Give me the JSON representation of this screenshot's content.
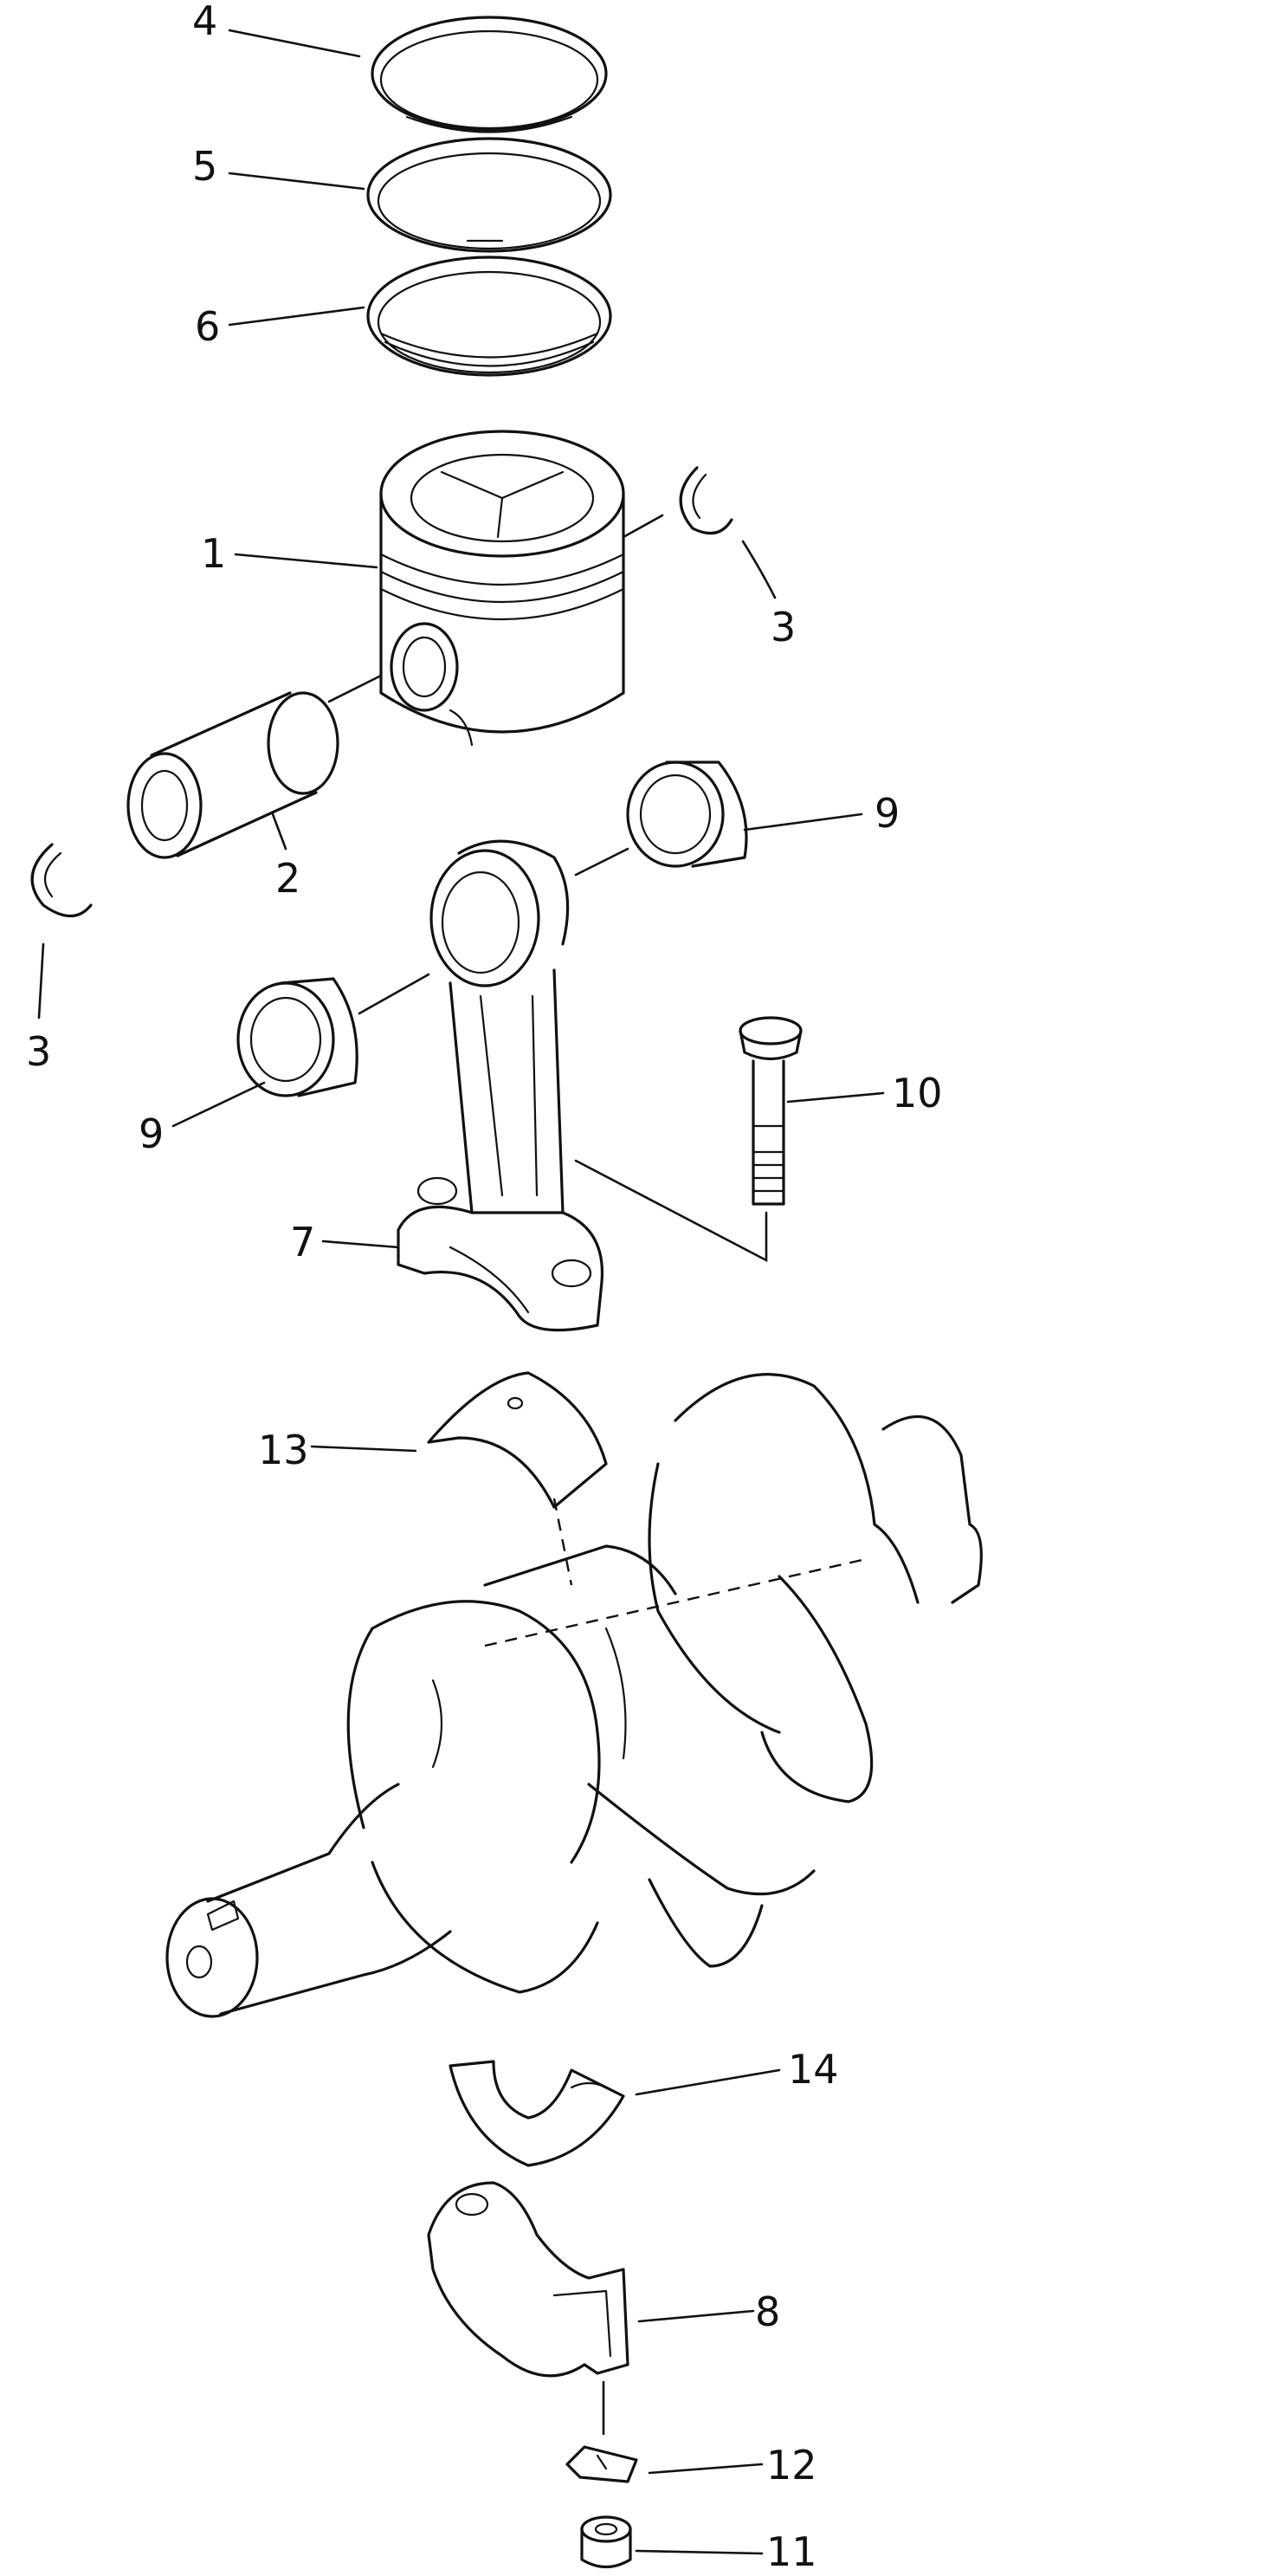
{
  "callouts": {
    "c1": "1",
    "c2": "2",
    "c3a": "3",
    "c3b": "3",
    "c4": "4",
    "c5": "5",
    "c6": "6",
    "c7": "7",
    "c8": "8",
    "c9a": "9",
    "c9b": "9",
    "c10": "10",
    "c11": "11",
    "c12": "12",
    "c13": "13",
    "c14": "14"
  }
}
